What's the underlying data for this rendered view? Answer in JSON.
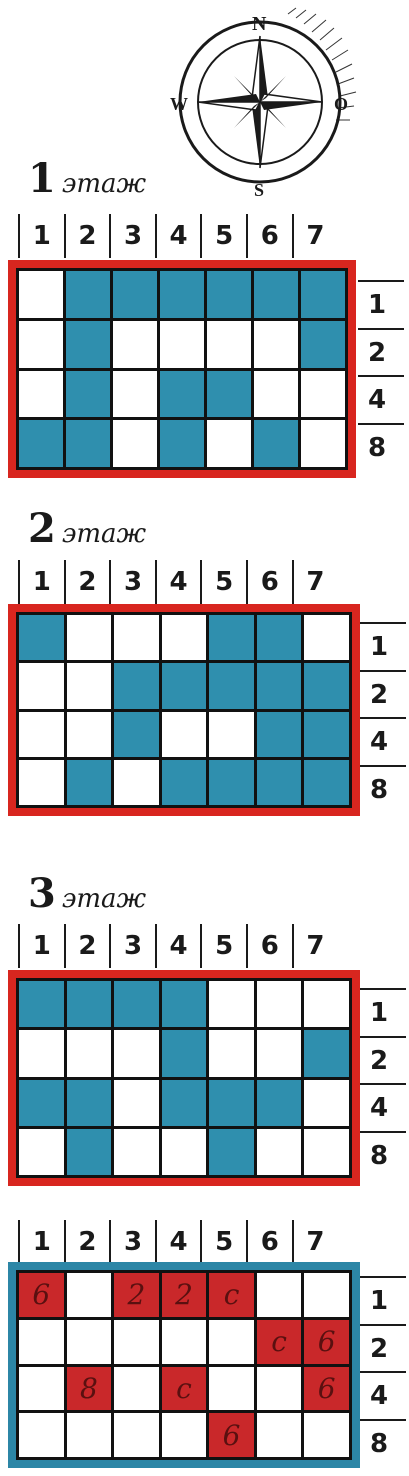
{
  "compass": {
    "north": "N",
    "west": "W",
    "east": "O",
    "south": "S"
  },
  "column_labels": [
    "1",
    "2",
    "3",
    "4",
    "5",
    "6",
    "7"
  ],
  "row_labels": [
    "1",
    "2",
    "4",
    "8"
  ],
  "colors": {
    "filled": "#2f8fae",
    "frame_red": "#d8261f",
    "frame_blue": "#2c86a6",
    "key_red": "#c9282a"
  },
  "floors": [
    {
      "number": "1",
      "word": "этаж",
      "rows": [
        [
          0,
          1,
          1,
          1,
          1,
          1,
          1
        ],
        [
          0,
          1,
          0,
          0,
          0,
          0,
          1
        ],
        [
          0,
          1,
          0,
          1,
          1,
          0,
          0
        ],
        [
          1,
          1,
          0,
          1,
          0,
          1,
          0
        ]
      ]
    },
    {
      "number": "2",
      "word": "этаж",
      "rows": [
        [
          1,
          0,
          0,
          0,
          1,
          1,
          0
        ],
        [
          0,
          0,
          1,
          1,
          1,
          1,
          1
        ],
        [
          0,
          0,
          1,
          0,
          0,
          1,
          1
        ],
        [
          0,
          1,
          0,
          1,
          1,
          1,
          1
        ]
      ]
    },
    {
      "number": "3",
      "word": "этаж",
      "rows": [
        [
          1,
          1,
          1,
          1,
          0,
          0,
          0
        ],
        [
          0,
          0,
          0,
          1,
          0,
          0,
          1
        ],
        [
          1,
          1,
          0,
          1,
          1,
          1,
          0
        ],
        [
          0,
          1,
          0,
          0,
          1,
          0,
          0
        ]
      ]
    }
  ],
  "key_grid": {
    "rows": [
      [
        {
          "v": "6",
          "r": 1
        },
        {
          "v": "",
          "r": 0
        },
        {
          "v": "2",
          "r": 1
        },
        {
          "v": "2",
          "r": 1
        },
        {
          "v": "c",
          "r": 1
        },
        {
          "v": "",
          "r": 0
        },
        {
          "v": "",
          "r": 0
        }
      ],
      [
        {
          "v": "",
          "r": 0
        },
        {
          "v": "",
          "r": 0
        },
        {
          "v": "",
          "r": 0
        },
        {
          "v": "",
          "r": 0
        },
        {
          "v": "",
          "r": 0
        },
        {
          "v": "c",
          "r": 1
        },
        {
          "v": "6",
          "r": 1
        }
      ],
      [
        {
          "v": "",
          "r": 0
        },
        {
          "v": "8",
          "r": 1
        },
        {
          "v": "",
          "r": 0
        },
        {
          "v": "c",
          "r": 1
        },
        {
          "v": "",
          "r": 0
        },
        {
          "v": "",
          "r": 0
        },
        {
          "v": "6",
          "r": 1
        }
      ],
      [
        {
          "v": "",
          "r": 0
        },
        {
          "v": "",
          "r": 0
        },
        {
          "v": "",
          "r": 0
        },
        {
          "v": "",
          "r": 0
        },
        {
          "v": "6",
          "r": 1
        },
        {
          "v": "",
          "r": 0
        },
        {
          "v": "",
          "r": 0
        }
      ]
    ]
  }
}
